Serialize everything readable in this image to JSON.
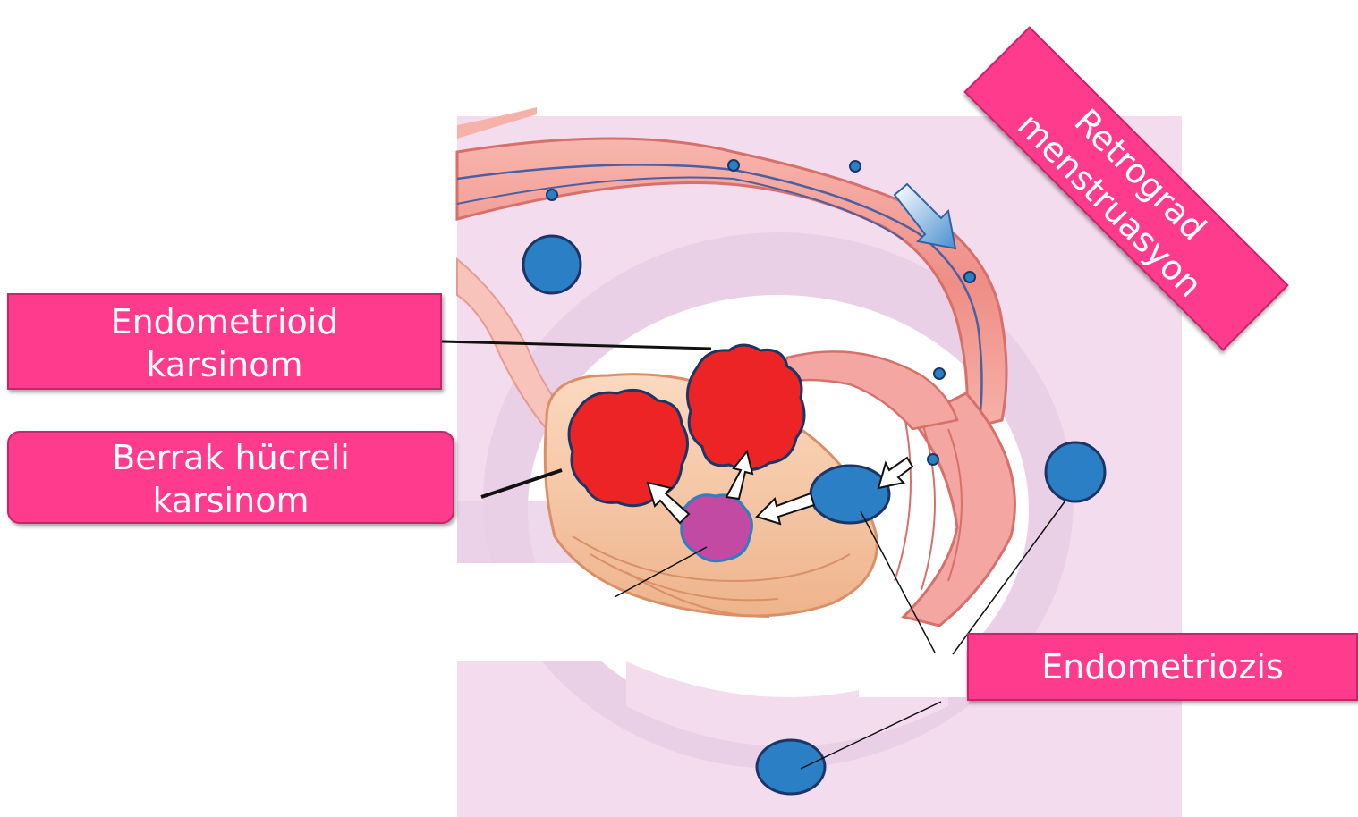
{
  "labels": {
    "endometrioid": [
      "Endometrioid",
      "karsinom"
    ],
    "berrak": [
      "Berrak hücreli",
      "karsinom"
    ],
    "endometriozis": "Endometriozis",
    "retrograd": [
      "Retrograd",
      "menstruasyon"
    ]
  },
  "colors": {
    "label": "#ff3b8d",
    "label_border": "#c9246a",
    "tumor": "#ec2426",
    "tumor_border": "#1b3566",
    "lesion": "#2b7fc4",
    "purple_lesion": "#c24aa3",
    "tissue_pink": "#f4a7a2",
    "tissue_peach": "#f6c7a4",
    "peritoneum": "#e5c6e2"
  },
  "icons": {
    "arrow": "white-arrow-icon",
    "flow_arrow": "blue-gradient-arrow-icon"
  }
}
